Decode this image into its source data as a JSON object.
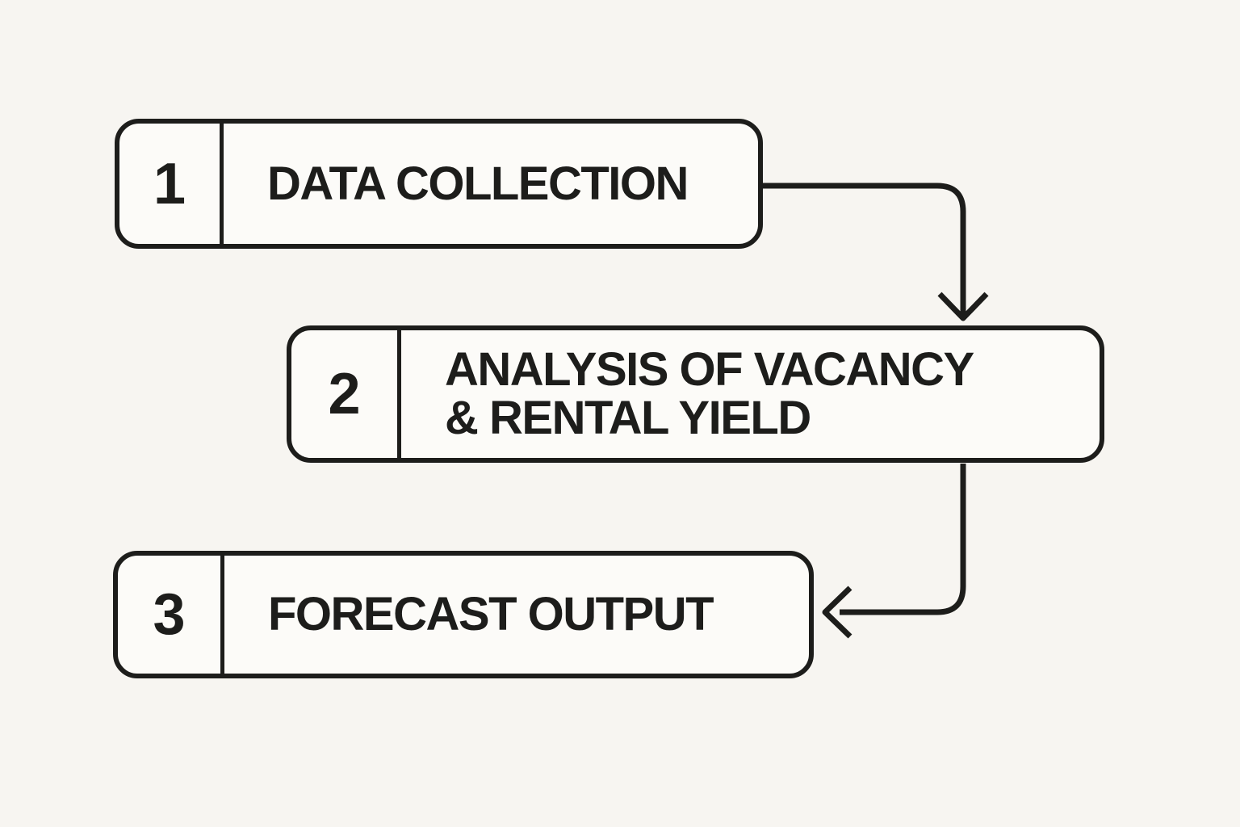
{
  "diagram": {
    "colors": {
      "background": "#f7f5f1",
      "box_fill": "#fcfbf8",
      "stroke": "#1d1d1b",
      "text": "#1d1d1b"
    },
    "steps": [
      {
        "number": "1",
        "lines": [
          "DATA COLLECTION"
        ]
      },
      {
        "number": "2",
        "lines": [
          "ANALYSIS OF VACANCY",
          "& RENTAL YIELD"
        ]
      },
      {
        "number": "3",
        "lines": [
          "FORECAST OUTPUT"
        ]
      }
    ],
    "connectors": [
      {
        "from": "1",
        "to": "2",
        "shape": "elbow-right-then-down",
        "arrowhead": "chevron-down"
      },
      {
        "from": "2",
        "to": "3",
        "shape": "elbow-down-then-left",
        "arrowhead": "chevron-left"
      }
    ]
  }
}
